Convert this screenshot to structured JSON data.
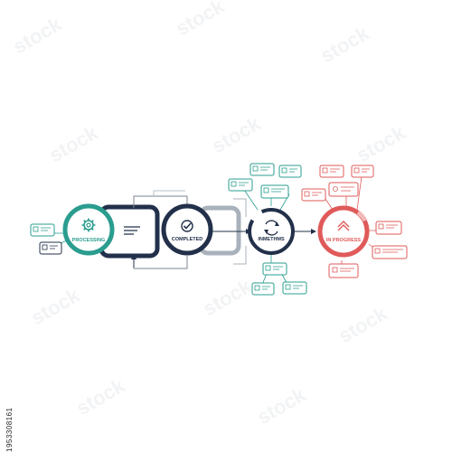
{
  "diagram": {
    "stages": [
      {
        "id": "processing",
        "label": "PROCESSING",
        "icon": "gear-icon",
        "color": "#2a9d8f"
      },
      {
        "id": "completed",
        "label": "COMPLETED",
        "icon": "check-icon",
        "color": "#22304a"
      },
      {
        "id": "inmethods",
        "label": "INMETHMS",
        "icon": "sync-arrows-icon",
        "color": "#22304a"
      },
      {
        "id": "inprogress",
        "label": "IN PROGRESS",
        "icon": "chevron-up-icon",
        "color": "#e05a5a"
      }
    ],
    "colors": {
      "teal": "#2a9d8f",
      "navy": "#22304a",
      "gray": "#a9b1bb",
      "red": "#e05a5a"
    }
  },
  "watermark": {
    "text": "stock"
  },
  "stock_id": "1953308161"
}
